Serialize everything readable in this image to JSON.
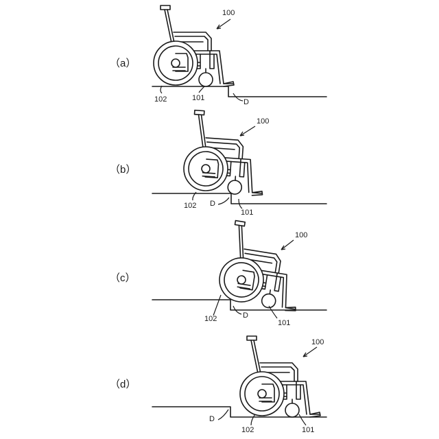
{
  "panels": [
    {
      "label": "（a）",
      "chair_ref": "100",
      "caster_ref": "101",
      "wheel_ref": "102",
      "step_ref": "D"
    },
    {
      "label": "（b）",
      "chair_ref": "100",
      "caster_ref": "101",
      "wheel_ref": "102",
      "step_ref": "D"
    },
    {
      "label": "（c）",
      "chair_ref": "100",
      "caster_ref": "101",
      "wheel_ref": "102",
      "step_ref": "D"
    },
    {
      "label": "（d）",
      "chair_ref": "100",
      "caster_ref": "101",
      "wheel_ref": "102",
      "step_ref": "D"
    }
  ]
}
